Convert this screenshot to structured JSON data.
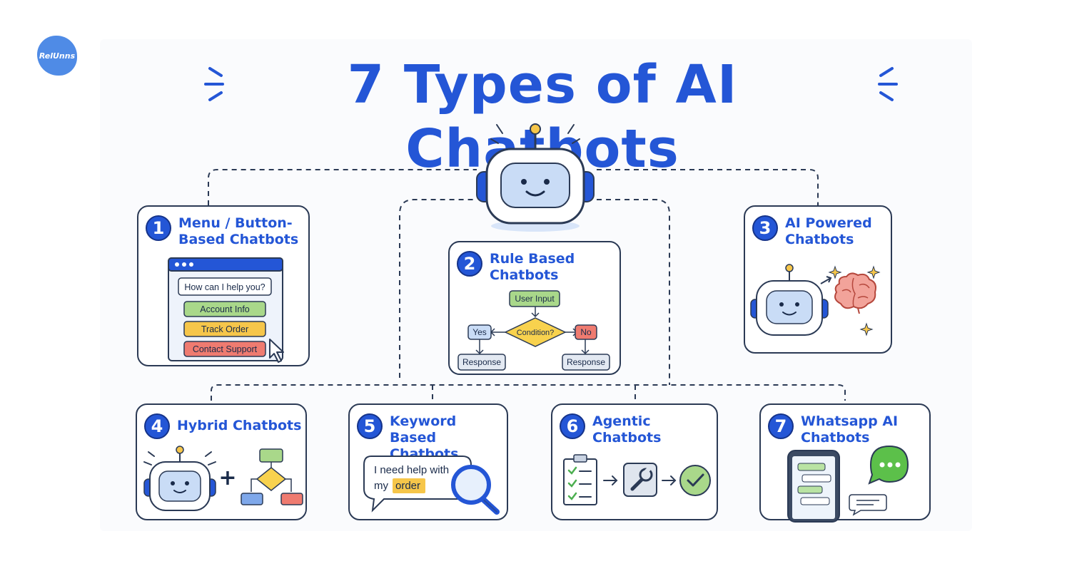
{
  "logo": {
    "text": "RelUnns"
  },
  "title": "7 Types of AI Chatbots",
  "colors": {
    "accent": "#2456d6",
    "outline": "#2b3a55",
    "robot_face": "#c9dcf6",
    "green": "#a9d88a",
    "yellow": "#f6c64a",
    "red": "#ef7b70",
    "diamond": "#f8d24e",
    "brain": "#f2a39a"
  },
  "cards": [
    {
      "number": "1",
      "title_lines": [
        "Menu / Button-",
        "Based Chatbots"
      ],
      "question": "How can I help you?",
      "buttons": [
        "Account Info",
        "Track Order",
        "Contact Support"
      ]
    },
    {
      "number": "2",
      "title_lines": [
        "Rule Based",
        "Chatbots"
      ],
      "input": "User Input",
      "condition": "Condition?",
      "yes": "Yes",
      "no": "No",
      "response_left": "Response",
      "response_right": "Response"
    },
    {
      "number": "3",
      "title_lines": [
        "AI Powered",
        "Chatbots"
      ]
    },
    {
      "number": "4",
      "title_lines": [
        "Hybrid Chatbots"
      ],
      "plus": "+"
    },
    {
      "number": "5",
      "title_lines": [
        "Keyword Based",
        "Chatbots"
      ],
      "message_line1": "I need help with",
      "message_word": "my",
      "keyword": "order"
    },
    {
      "number": "6",
      "title_lines": [
        "Agentic",
        "Chatbots"
      ]
    },
    {
      "number": "7",
      "title_lines": [
        "Whatsapp AI",
        "Chatbots"
      ]
    }
  ]
}
